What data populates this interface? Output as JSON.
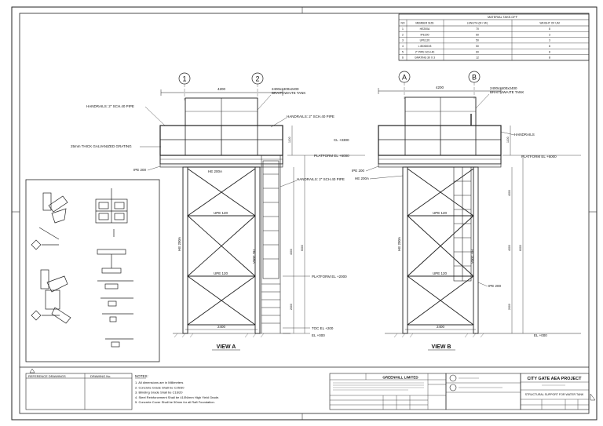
{
  "title_block": {
    "project": "CITY GATE AEA PROJECT",
    "company": "GREENHILL LIMITED",
    "drawing_title": "STRUCTURAL SUPPORT FOR WATER TANK"
  },
  "material_takeoff": {
    "title": "MATERIAL TAKE-OFF",
    "headers": [
      "NO",
      "MEMBER SIZE",
      "LENGTH (M / M²)",
      "WEIGHT OF UM"
    ],
    "rows": [
      [
        "1",
        "HE200A",
        "70",
        "8"
      ],
      [
        "2",
        "IPE200",
        "60",
        "3"
      ],
      [
        "3",
        "UPE120",
        "50",
        "3"
      ],
      [
        "4",
        "L 80X80X8",
        "50",
        "8"
      ],
      [
        "5",
        "2\" PIPE SCH 40",
        "60",
        "8"
      ],
      [
        "6",
        "GRATING 30 X 3",
        "12",
        "8"
      ]
    ]
  },
  "view_a": {
    "title": "VIEW A",
    "grid_1": "1",
    "grid_2": "2",
    "top_dim": "4200",
    "bottom_dim": "2400",
    "tank": "2400x2400x2400",
    "tank_type": "BRAITHWAITE TANK",
    "handrails_left": "HANDRAILS: 2\" SCH.40 PIPE",
    "handrails_right": "HANDRAILS: 2\" SCH.40 PIPE",
    "handrails_ladder": "HANDRAILS: 2\" SCH.40 PIPE",
    "grating": "25mm THICK GALVANIZED GRATING",
    "ipe200": "IPE 200",
    "he200a": "HE 200A",
    "upe120_top": "UPE 120",
    "upe120_bot": "UPE 120",
    "col_left": "HE 200A",
    "col_right": "HE 200A",
    "cl": "CL +3300",
    "platform_top": "PLATFORM EL +6000",
    "platform_mid": "PLATFORM EL +2000",
    "toc": "TOC EL +200",
    "el0": "EL +000"
  },
  "view_b": {
    "title": "VIEW B",
    "grid_a": "A",
    "grid_b": "B",
    "top_dim": "4200",
    "bottom_dim": "2400",
    "tank": "2400x2400x2400",
    "tank_type": "BRAITHWAITE TANK",
    "handrails": "HANDRAILS",
    "ipe200_left": "IPE 200",
    "ipe200_right": "IPE 200",
    "he200a": "HE 200A",
    "upe120_top": "UPE 120",
    "upe120_bot": "UPE 120",
    "col_left": "HE 200A",
    "col_right": "HE 200A",
    "platform_top": "PLATFORM EL +6000",
    "el0": "EL +000"
  },
  "notes": {
    "reference_drawings": "REFERENCE DRAWINGS",
    "drawing_no": "DRAWING No.",
    "heading": "NOTES:",
    "lines": [
      "1. All dimensions are in Millimeters",
      "2. Concrete Grade Shall be C25/30",
      "3. Blinding Grade Shall be C16/20",
      "4. Steel Reinforcement Shall be 410N/mm High Yield Grade.",
      "5. Concrete Cover Shall be 50mm for all Raft Foundation."
    ]
  }
}
